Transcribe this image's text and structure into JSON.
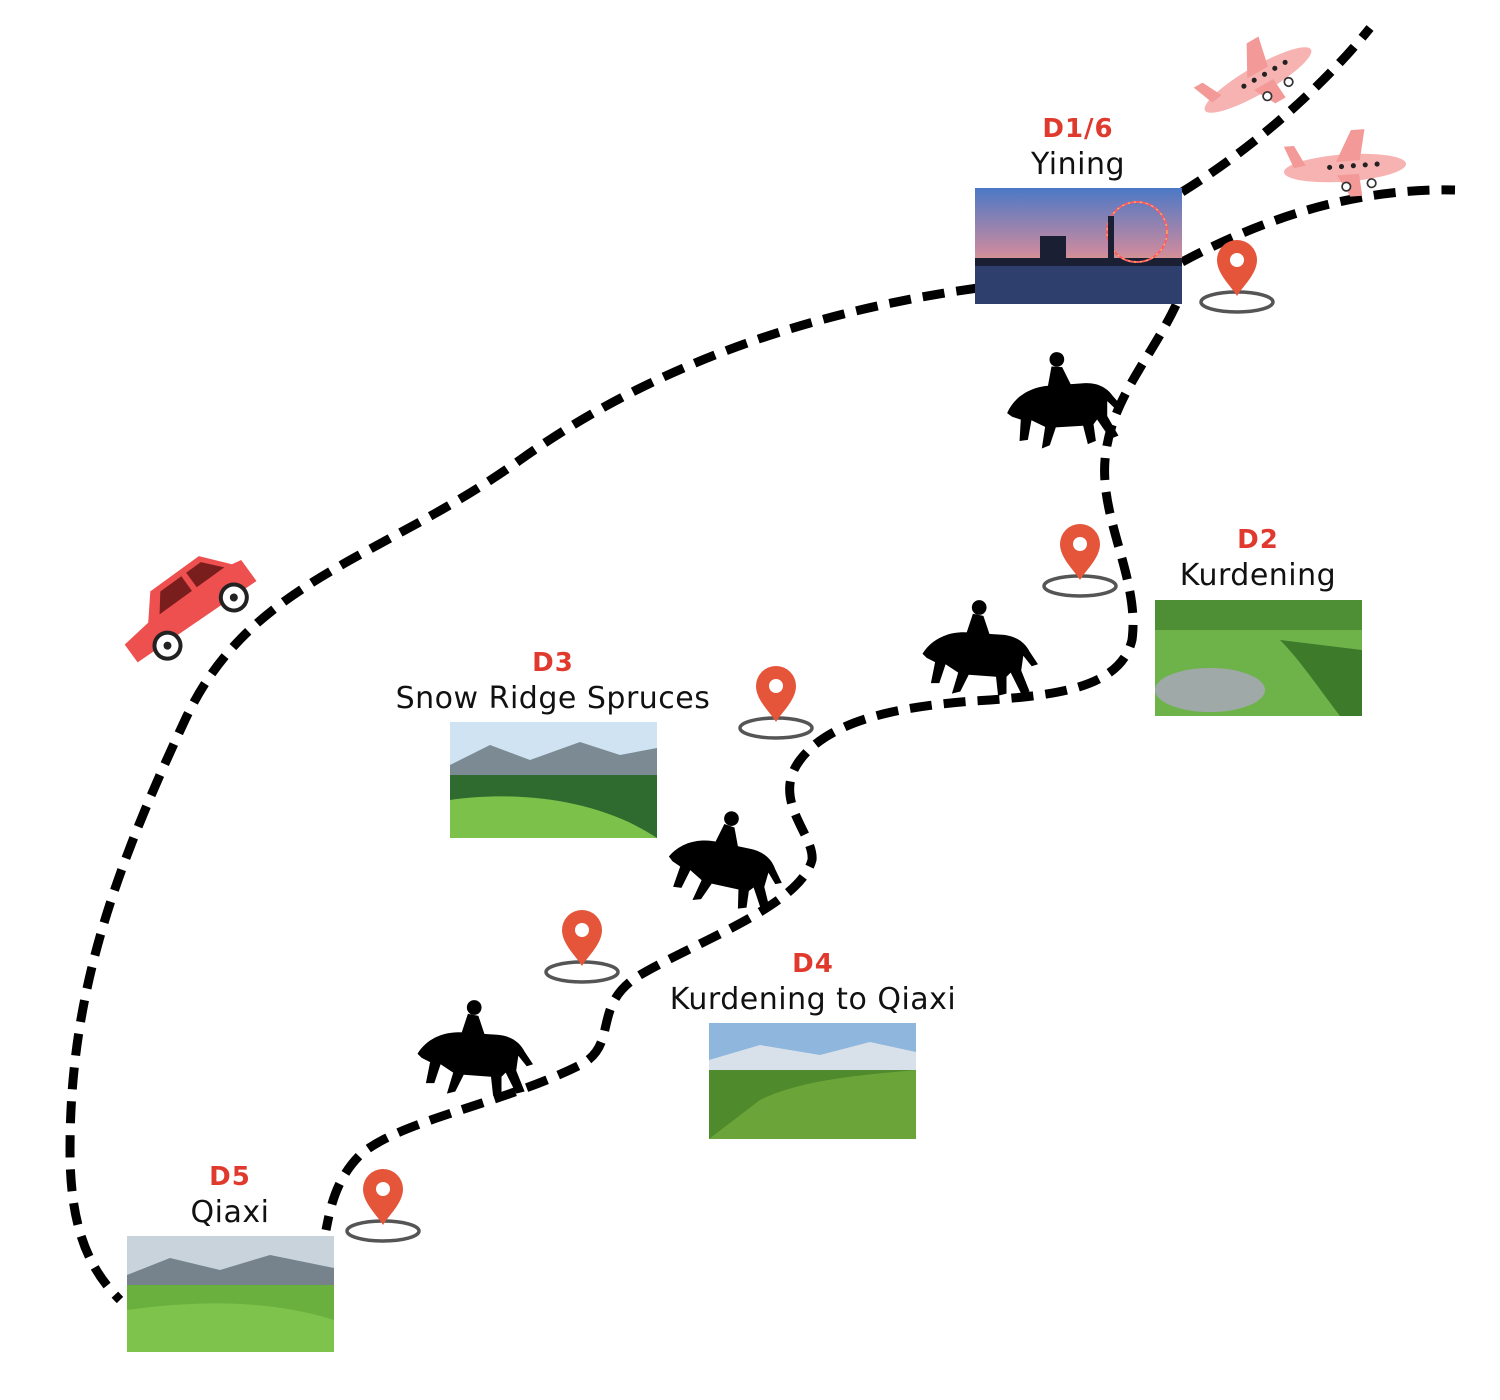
{
  "stops": [
    {
      "day": "D1/6",
      "place": "Yining",
      "photo": "yining-ferris-wheel-dusk-photo"
    },
    {
      "day": "D2",
      "place": "Kurdening",
      "photo": "kurdening-meadow-stream-photo"
    },
    {
      "day": "D3",
      "place": "Snow Ridge Spruces",
      "photo": "snow-ridge-spruce-forest-photo"
    },
    {
      "day": "D4",
      "place": "Kurdening to Qiaxi",
      "photo": "riders-on-grassland-photo"
    },
    {
      "day": "D5",
      "place": "Qiaxi",
      "photo": "qiaxi-grassland-horses-photo"
    }
  ],
  "icons": {
    "flight": "airplane-icon",
    "drive": "car-icon",
    "ride": "horse-rider-icon",
    "location": "map-pin-icon"
  },
  "colors": {
    "day_label": "#e03a2f",
    "route": "#000000",
    "pin": "#e4553a",
    "plane": "#f39a98",
    "car": "#ee4f4f"
  }
}
